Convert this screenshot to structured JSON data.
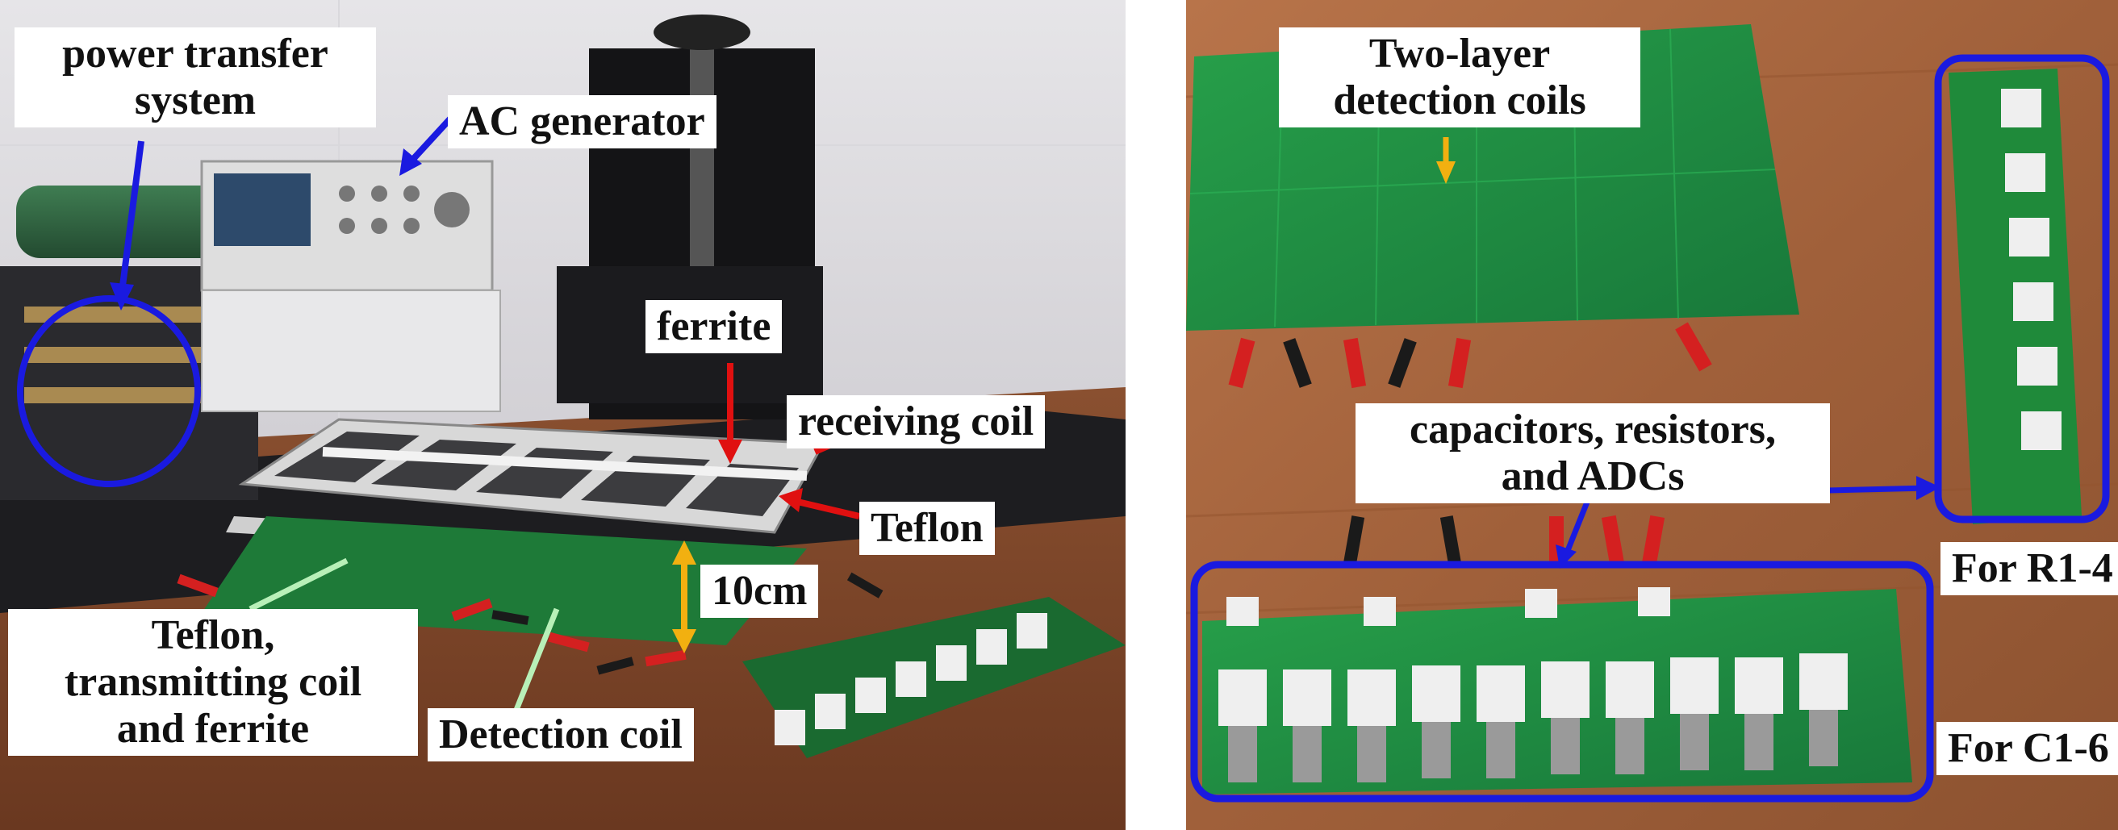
{
  "left_panel": {
    "labels": {
      "power_transfer": [
        "power transfer",
        "system"
      ],
      "ac_generator": "AC generator",
      "ferrite": "ferrite",
      "receiving_coil": "receiving coil",
      "teflon": "Teflon",
      "gap": "10cm",
      "teflon_tx": [
        "Teflon,",
        "transmitting coil",
        "and ferrite"
      ],
      "detection_coil": "Detection coil"
    }
  },
  "right_panel": {
    "labels": {
      "two_layer": [
        "Two-layer",
        "detection coils"
      ],
      "components": [
        "capacitors, resistors,",
        "and ADCs"
      ],
      "for_r": "For R1-4",
      "for_c": "For C1-6"
    }
  },
  "colors": {
    "annotation_blue": "#1a1ae0",
    "annotation_red": "#e01010",
    "annotation_yellow": "#f2b010",
    "pcb_green": "#1f8a3a",
    "wood": "#a8643a"
  }
}
